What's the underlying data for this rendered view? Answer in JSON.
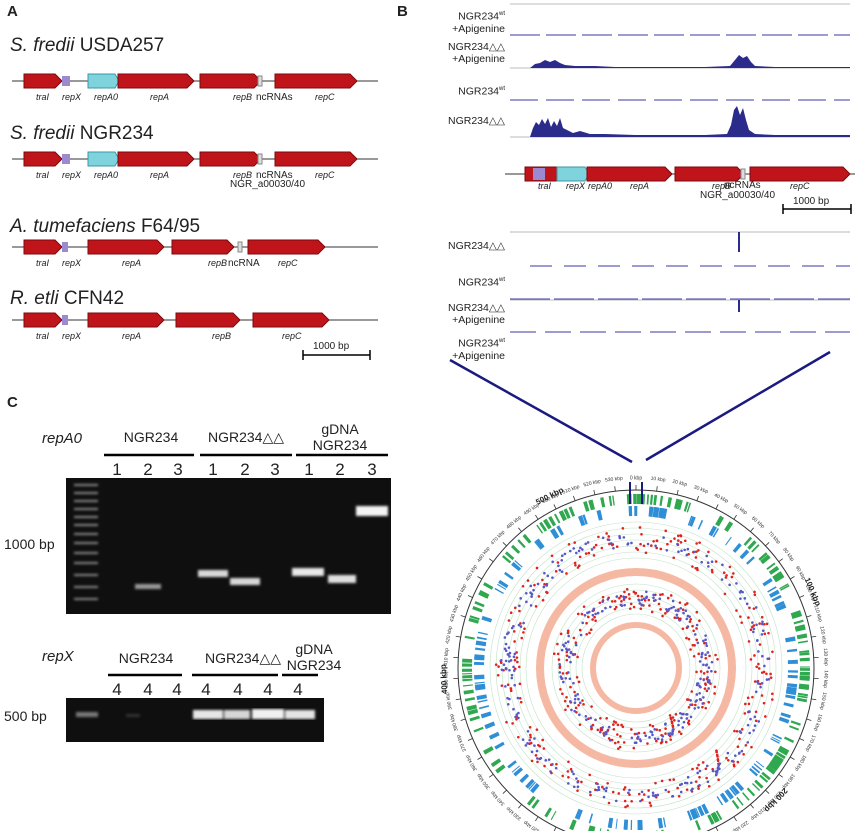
{
  "panels": {
    "a": "A",
    "b": "B",
    "c": "C"
  },
  "panelA": {
    "species": [
      {
        "genus": "S. fredii",
        "strain": "USDA257",
        "genes": [
          "traI",
          "repX",
          "repA0",
          "repA",
          "repB",
          "ncRNAs",
          "repC"
        ]
      },
      {
        "genus": "S. fredii",
        "strain": "NGR234",
        "genes": [
          "traI",
          "repX",
          "repA0",
          "repA",
          "repB",
          "ncRNAs",
          "repC"
        ],
        "extra": "NGR_a00030/40"
      },
      {
        "genus": "A. tumefaciens",
        "strain": "F64/95",
        "genes": [
          "traI",
          "repX",
          "repA",
          "repB",
          "ncRNA",
          "repC"
        ]
      },
      {
        "genus": "R. etli",
        "strain": "CFN42",
        "genes": [
          "traI",
          "repX",
          "repA",
          "repB",
          "repC"
        ]
      }
    ],
    "scale": "1000 bp"
  },
  "panelB": {
    "tracks_top": [
      {
        "l1": "NGR234",
        "sup": "wt",
        "l2": "+Apigenine"
      },
      {
        "l1": "NGR234△△",
        "sup": "",
        "l2": "+Apigenine"
      },
      {
        "l1": "NGR234",
        "sup": "wt",
        "l2": ""
      },
      {
        "l1": "NGR234△△",
        "sup": "",
        "l2": ""
      }
    ],
    "genes": [
      "traI",
      "repX",
      "repA0",
      "repA",
      "repB",
      "ncRNAs",
      "repC"
    ],
    "ncrna_id": "NGR_a00030/40",
    "scale": "1000 bp",
    "tracks_bottom": [
      {
        "l1": "NGR234△△",
        "sup": "",
        "l2": ""
      },
      {
        "l1": "NGR234",
        "sup": "wt",
        "l2": ""
      },
      {
        "l1": "NGR234△△",
        "sup": "",
        "l2": "+Apigenine"
      },
      {
        "l1": "NGR234",
        "sup": "wt",
        "l2": "+Apigenine"
      }
    ],
    "circle_labels": [
      "500 kbp",
      "100 kbp",
      "200 kbp",
      "300 kbp",
      "400 kbp"
    ],
    "tick_unit": "kbp",
    "colors": {
      "green": "#2fa84f",
      "blue": "#2f8fd6",
      "red": "#e0231f",
      "purple": "#5858c8",
      "ring": "#f5b9a3"
    }
  },
  "panelC": {
    "gel1": {
      "title": "repA0",
      "groups": [
        "NGR234",
        "NGR234△△",
        "gDNA\nNGR234"
      ],
      "lanes": [
        "1",
        "2",
        "3",
        "1",
        "2",
        "3",
        "1",
        "2",
        "3"
      ],
      "marker": "1000 bp"
    },
    "gel2": {
      "title": "repX",
      "groups": [
        "NGR234",
        "NGR234△△",
        "gDNA\nNGR234"
      ],
      "lanes": [
        "4",
        "4",
        "4",
        "4",
        "4",
        "4",
        "4"
      ],
      "marker": "500 bp"
    }
  }
}
